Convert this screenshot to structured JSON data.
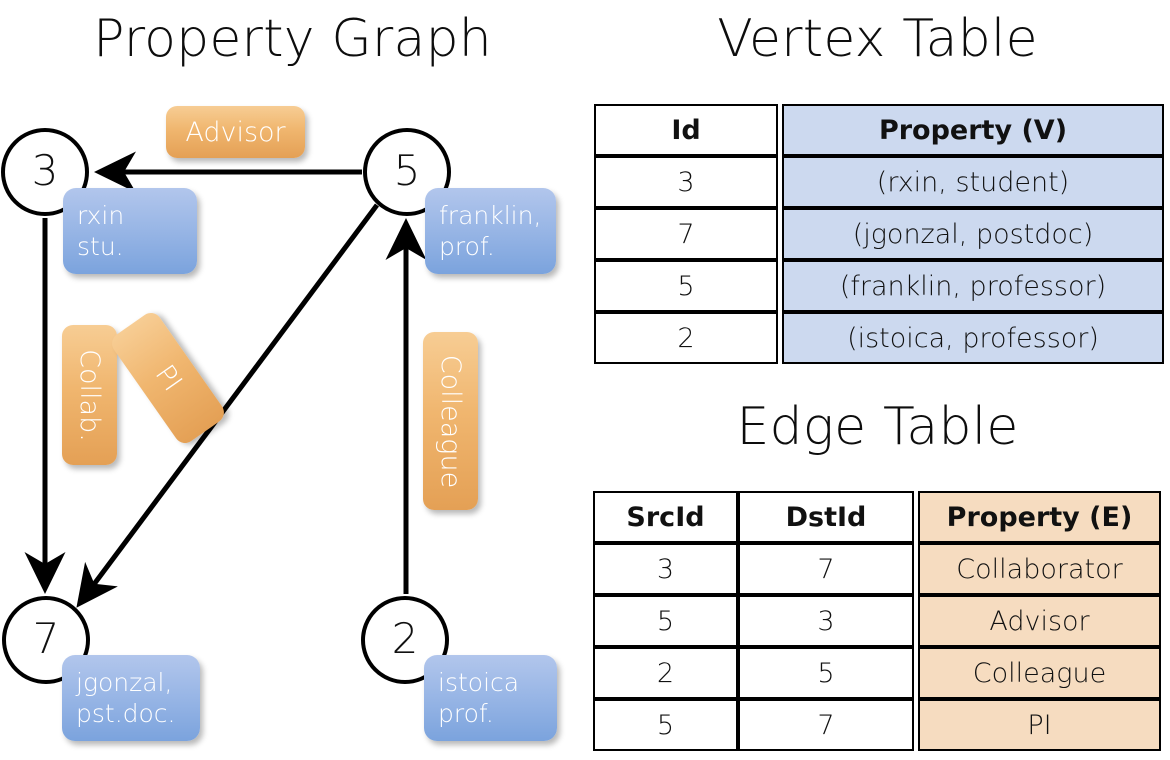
{
  "titles": {
    "property_graph": "Property Graph",
    "vertex_table": "Vertex Table",
    "edge_table": "Edge Table"
  },
  "graph": {
    "nodes": [
      {
        "id": "3",
        "property": "rxin\nstu.",
        "property_line1": "rxin",
        "property_line2": "stu."
      },
      {
        "id": "5",
        "property_line1": "franklin,",
        "property_line2": "prof."
      },
      {
        "id": "7",
        "property_line1": "jgonzal,",
        "property_line2": "pst.doc."
      },
      {
        "id": "2",
        "property_line1": "istoica",
        "property_line2": "prof."
      }
    ],
    "edge_labels": [
      {
        "name": "advisor",
        "text": "Advisor"
      },
      {
        "name": "collab",
        "text": "Collab."
      },
      {
        "name": "pi",
        "text": "PI"
      },
      {
        "name": "colleague",
        "text": "Colleague"
      }
    ]
  },
  "vertex_table": {
    "headers": [
      "Id",
      "Property (V)"
    ],
    "rows": [
      {
        "id": "3",
        "property": "(rxin, student)"
      },
      {
        "id": "7",
        "property": "(jgonzal, postdoc)"
      },
      {
        "id": "5",
        "property": "(franklin, professor)"
      },
      {
        "id": "2",
        "property": "(istoica, professor)"
      }
    ]
  },
  "edge_table": {
    "headers": [
      "SrcId",
      "DstId",
      "Property (E)"
    ],
    "rows": [
      {
        "src": "3",
        "dst": "7",
        "property": "Collaborator"
      },
      {
        "src": "5",
        "dst": "3",
        "property": "Advisor"
      },
      {
        "src": "2",
        "dst": "5",
        "property": "Colleague"
      },
      {
        "src": "5",
        "dst": "7",
        "property": "PI"
      }
    ]
  },
  "colors": {
    "vertex_property_fill": "#ccd9ef",
    "edge_property_fill": "#f6dcc0",
    "node_bubble_blue": "#7ba3dd",
    "edge_label_orange": "#e4a055"
  }
}
